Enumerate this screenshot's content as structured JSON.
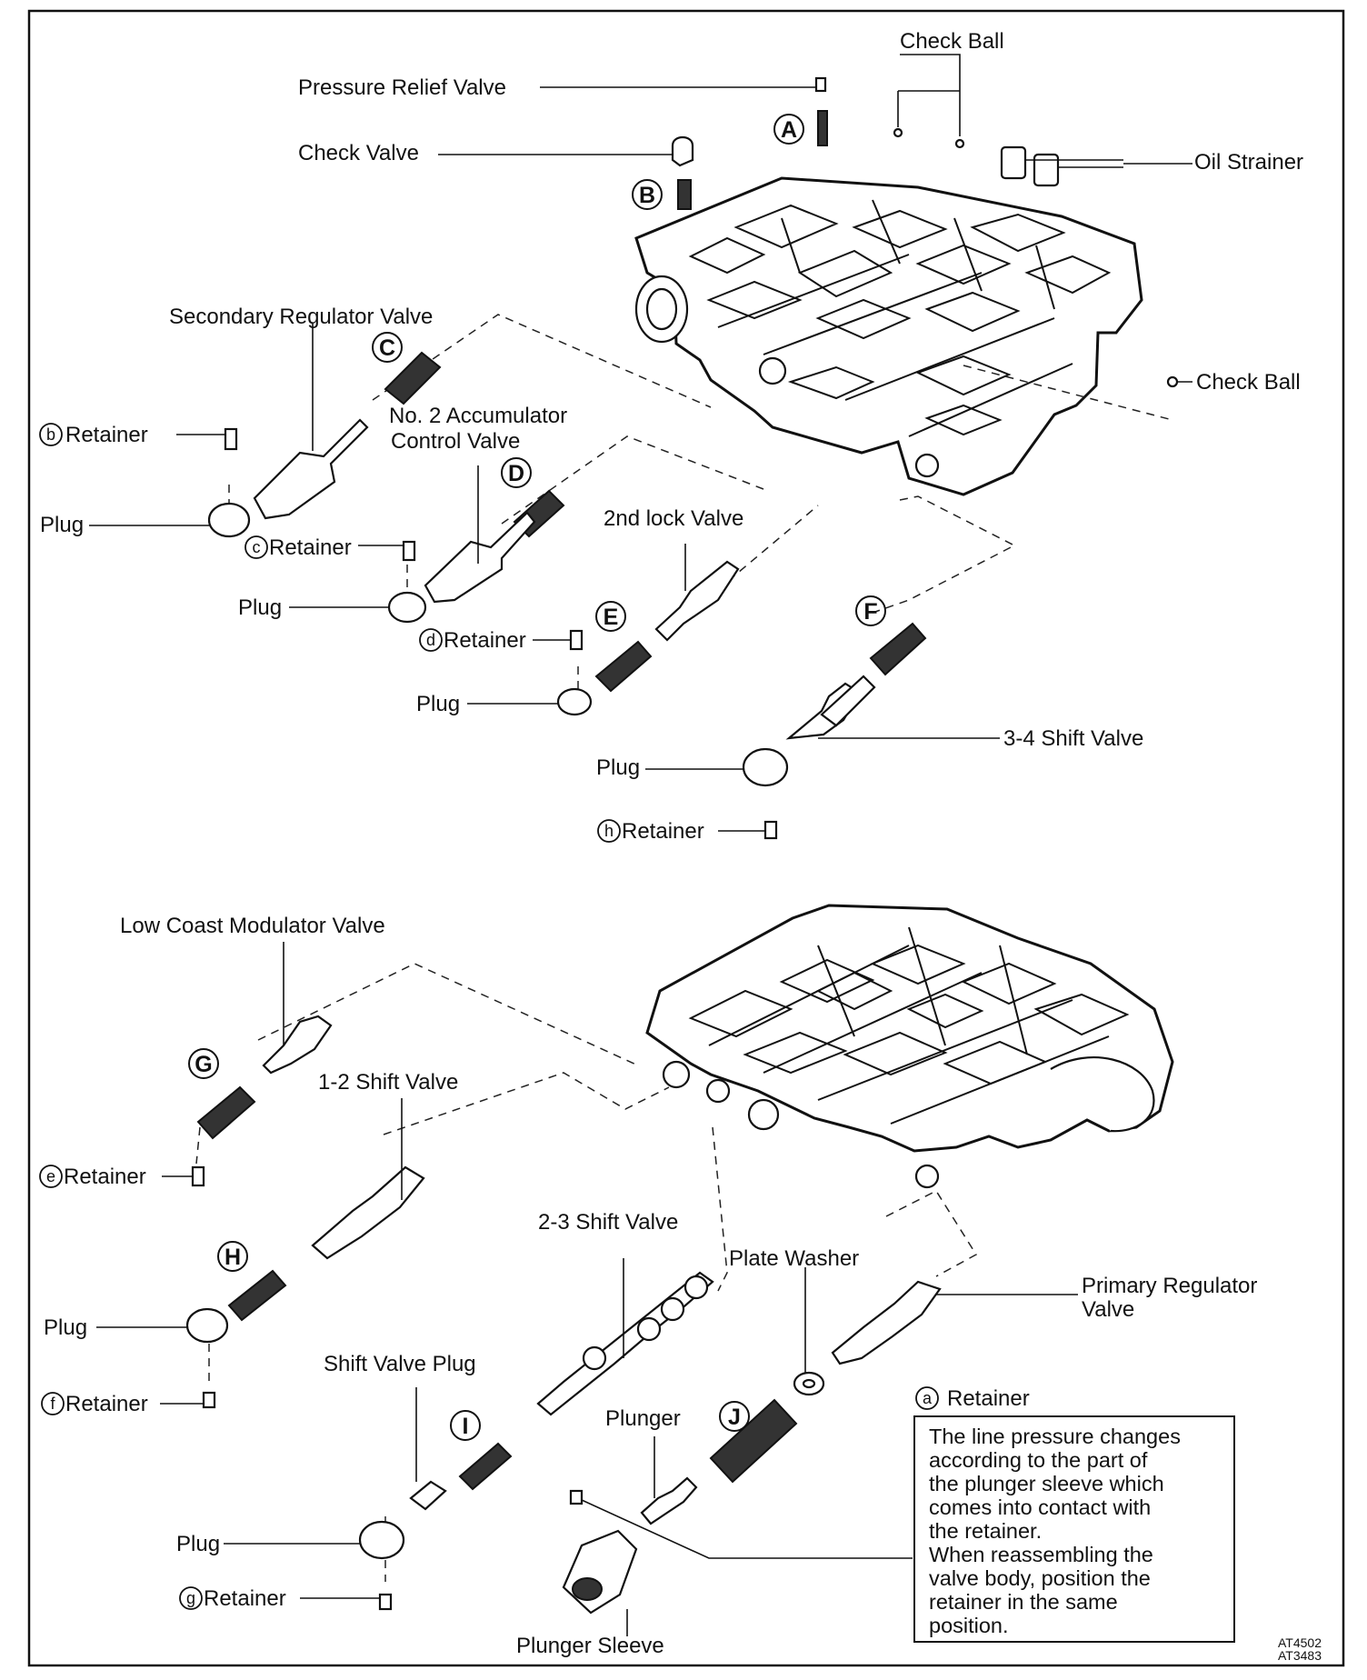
{
  "labels": {
    "check_ball_top": "Check Ball",
    "pressure_relief_valve": "Pressure Relief Valve",
    "check_valve": "Check Valve",
    "oil_strainer": "Oil Strainer",
    "secondary_regulator_valve": "Secondary Regulator Valve",
    "check_ball_right": "Check Ball",
    "retainer_b": "Retainer",
    "no2_accumulator_line1": "No. 2 Accumulator",
    "no2_accumulator_line2": "Control Valve",
    "plug_1": "Plug",
    "retainer_c": "Retainer",
    "second_lock_valve": "2nd lock Valve",
    "plug_2": "Plug",
    "retainer_d": "Retainer",
    "plug_3": "Plug",
    "shift_valve_34": "3-4 Shift Valve",
    "plug_4": "Plug",
    "retainer_h": "Retainer",
    "low_coast_modulator_valve": "Low Coast Modulator Valve",
    "shift_valve_12": "1-2 Shift Valve",
    "retainer_e": "Retainer",
    "shift_valve_23": "2-3 Shift Valve",
    "plate_washer": "Plate Washer",
    "primary_regulator_line1": "Primary Regulator",
    "primary_regulator_line2": "Valve",
    "plug_5": "Plug",
    "retainer_f": "Retainer",
    "shift_valve_plug": "Shift Valve Plug",
    "retainer_a": "Retainer",
    "plunger": "Plunger",
    "plug_6": "Plug",
    "retainer_g": "Retainer",
    "plunger_sleeve": "Plunger Sleeve"
  },
  "spring_markers": {
    "A": "A",
    "B": "B",
    "C": "C",
    "D": "D",
    "E": "E",
    "F": "F",
    "G": "G",
    "H": "H",
    "I": "I",
    "J": "J"
  },
  "retainer_markers": {
    "a": "a",
    "b": "b",
    "c": "c",
    "d": "d",
    "e": "e",
    "f": "f",
    "g": "g",
    "h": "h"
  },
  "note": {
    "lines": [
      "The line pressure changes",
      "according to the part of",
      "the plunger sleeve which",
      "comes into contact with",
      "the retainer.",
      "When reassembling the",
      "valve body, position the",
      "retainer in the same",
      "position."
    ]
  },
  "figure_codes": [
    "AT4502",
    "AT3483"
  ]
}
